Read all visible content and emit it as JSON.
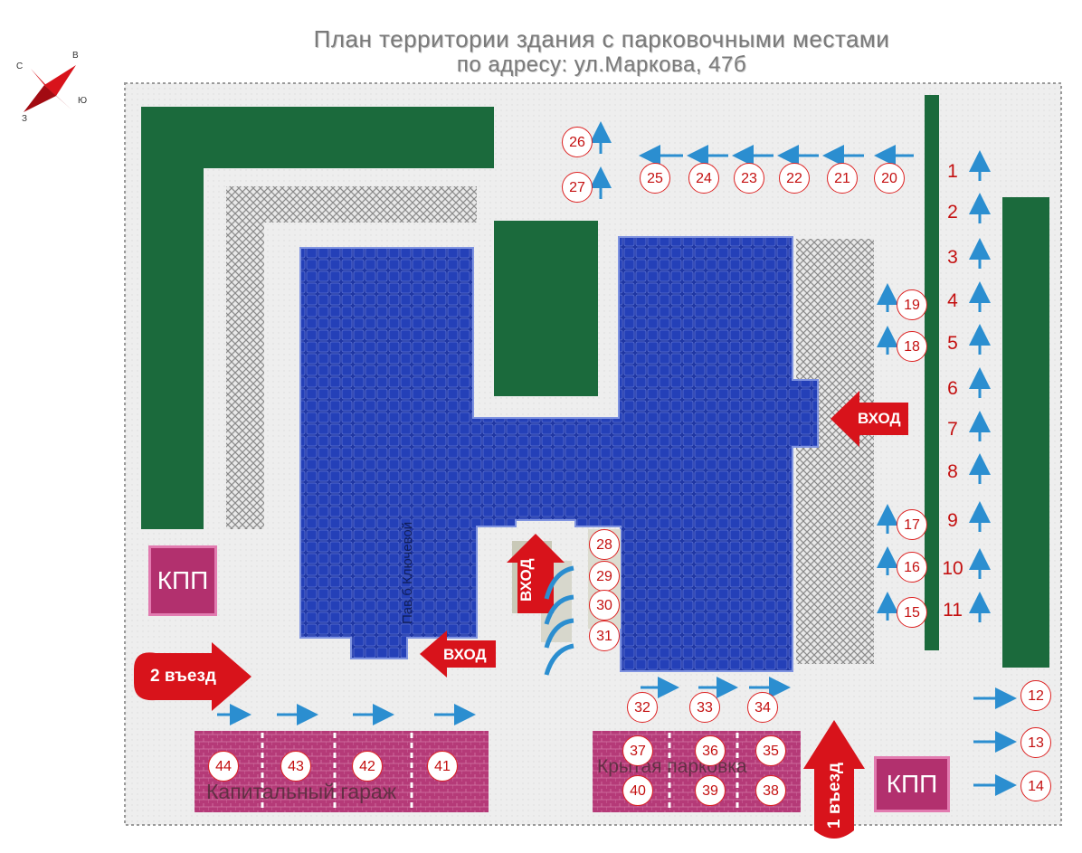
{
  "header": {
    "title_line1": "План территории здания с парковочными местами",
    "title_line2": "по адресу: ул.Маркова, 47б"
  },
  "compass": {
    "n": "С",
    "e": "В",
    "s": "Ю",
    "w": "З"
  },
  "labels": {
    "kpp": "КПП",
    "entrance": "ВХОД",
    "entry1": "1 въезд",
    "entry2": "2 въезд",
    "garage": "Капитальный гараж",
    "covered": "Крытая парковка",
    "side_text": "Пав.б Ключевой"
  },
  "lots": {
    "big_column": [
      "1",
      "2",
      "3",
      "4",
      "5",
      "6",
      "7",
      "8",
      "9",
      "10",
      "11"
    ],
    "circled": [
      "12",
      "13",
      "14",
      "15",
      "16",
      "17",
      "18",
      "19",
      "20",
      "21",
      "22",
      "23",
      "24",
      "25",
      "26",
      "27",
      "28",
      "29",
      "30",
      "31",
      "32",
      "33",
      "34",
      "35",
      "36",
      "37",
      "38",
      "39",
      "40",
      "41",
      "42",
      "43",
      "44"
    ]
  },
  "colors": {
    "building": "#1f36a3",
    "green": "#1b6a3c",
    "garage": "#b53a78",
    "arrow": "#2b8ed0",
    "red": "#d8131b",
    "ground": "#f2f2f2",
    "hatch": "#9a9a9a"
  }
}
